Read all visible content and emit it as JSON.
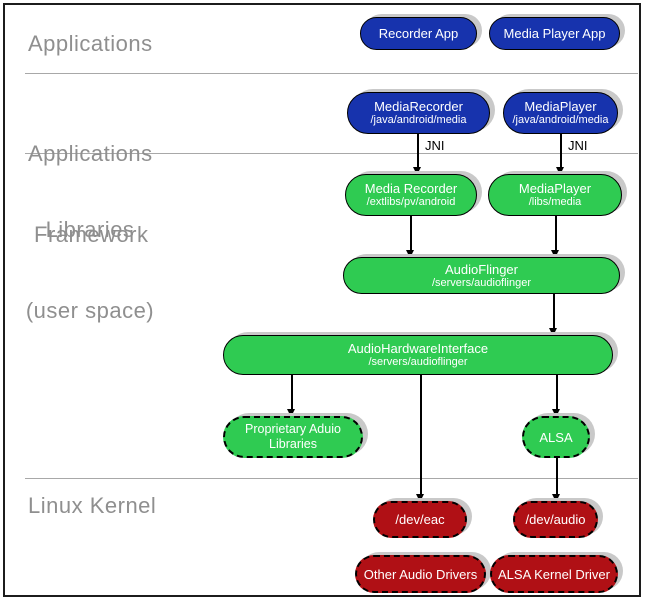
{
  "diagram": {
    "sections": {
      "applications": "Applications",
      "framework_line1": "Applications",
      "framework_line2": "Framework",
      "libraries_line1": "Libraries",
      "libraries_line2": "(user space)",
      "kernel": "Linux Kernel"
    },
    "nodes": [
      {
        "id": "recorder-app",
        "title": "Recorder App"
      },
      {
        "id": "media-player-app",
        "title": "Media Player App"
      },
      {
        "id": "mediarecorder-framework",
        "title": "MediaRecorder",
        "subtitle": "/java/android/media"
      },
      {
        "id": "mediaplayer-framework",
        "title": "MediaPlayer",
        "subtitle": "/java/android/media"
      },
      {
        "id": "media-recorder-lib",
        "title": "Media Recorder",
        "subtitle": "/extlibs/pv/android"
      },
      {
        "id": "mediaplayer-lib",
        "title": "MediaPlayer",
        "subtitle": "/libs/media"
      },
      {
        "id": "audioflinger",
        "title": "AudioFlinger",
        "subtitle": "/servers/audioflinger"
      },
      {
        "id": "audiohardwareinterface",
        "title": "AudioHardwareInterface",
        "subtitle": "/servers/audioflinger"
      },
      {
        "id": "proprietary-audio-libraries",
        "title": "Proprietary Aduio",
        "subtitle": "Libraries"
      },
      {
        "id": "alsa",
        "title": "ALSA"
      },
      {
        "id": "dev-eac",
        "title": "/dev/eac"
      },
      {
        "id": "dev-audio",
        "title": "/dev/audio"
      },
      {
        "id": "other-audio-drivers",
        "title": "Other Audio Drivers"
      },
      {
        "id": "alsa-kernel-driver",
        "title": "ALSA Kernel Driver"
      }
    ],
    "edge_labels": {
      "jni_left": "JNI",
      "jni_right": "JNI"
    },
    "colors": {
      "app_blue": "#1733ad",
      "lib_green": "#2fcb52",
      "kernel_red": "#b01015",
      "shadow_gray": "#c9c9c9",
      "section_label_gray": "#8f8f8f",
      "separator_gray": "#a8a8a8"
    }
  }
}
